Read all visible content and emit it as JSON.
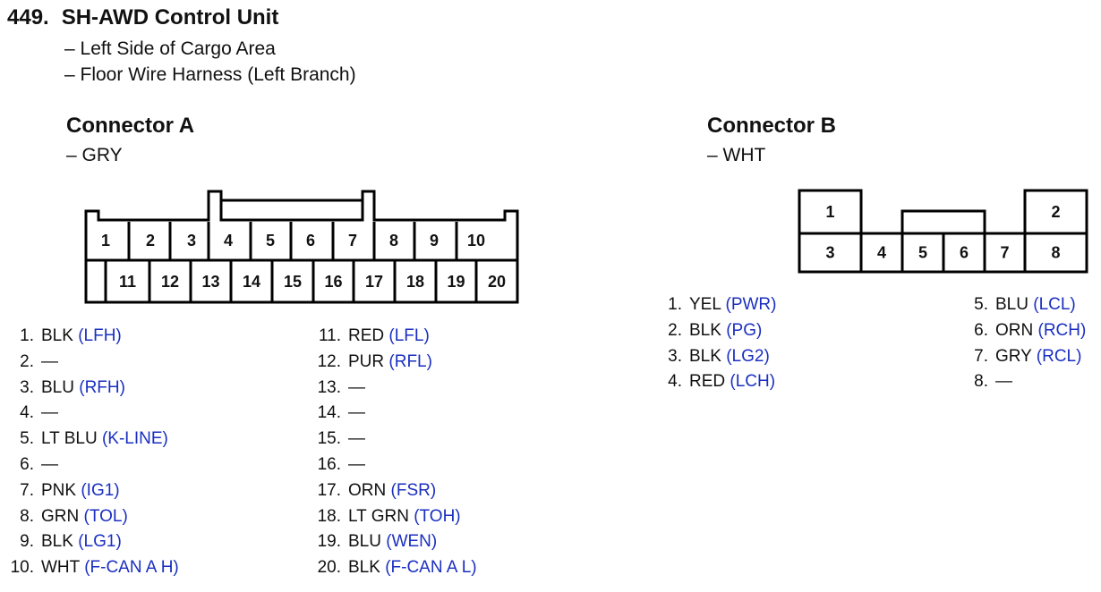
{
  "title": {
    "number": "449.",
    "name": "SH-AWD Control Unit"
  },
  "location_lines": [
    "– Left Side of Cargo Area",
    "– Floor Wire Harness (Left Branch)"
  ],
  "colors": {
    "signal": "#1a2fc0",
    "text": "#111111",
    "outline": "#000000"
  },
  "connectors": [
    {
      "title": "Connector A",
      "color_line": "– GRY",
      "pin_rows": [
        [
          "1",
          "2",
          "3",
          "4",
          "5",
          "6",
          "7",
          "8",
          "9",
          "10"
        ],
        [
          "11",
          "12",
          "13",
          "14",
          "15",
          "16",
          "17",
          "18",
          "19",
          "20"
        ]
      ],
      "pins": [
        {
          "n": "1.",
          "wire": "BLK",
          "signal": "(LFH)"
        },
        {
          "n": "2.",
          "wire": "—",
          "signal": ""
        },
        {
          "n": "3.",
          "wire": "BLU",
          "signal": "(RFH)"
        },
        {
          "n": "4.",
          "wire": "—",
          "signal": ""
        },
        {
          "n": "5.",
          "wire": "LT BLU",
          "signal": "(K-LINE)"
        },
        {
          "n": "6.",
          "wire": "—",
          "signal": ""
        },
        {
          "n": "7.",
          "wire": "PNK",
          "signal": "(IG1)"
        },
        {
          "n": "8.",
          "wire": "GRN",
          "signal": "(TOL)"
        },
        {
          "n": "9.",
          "wire": "BLK",
          "signal": "(LG1)"
        },
        {
          "n": "10.",
          "wire": "WHT",
          "signal": "(F-CAN A H)"
        },
        {
          "n": "11.",
          "wire": "RED",
          "signal": "(LFL)"
        },
        {
          "n": "12.",
          "wire": "PUR",
          "signal": "(RFL)"
        },
        {
          "n": "13.",
          "wire": "—",
          "signal": ""
        },
        {
          "n": "14.",
          "wire": "—",
          "signal": ""
        },
        {
          "n": "15.",
          "wire": "—",
          "signal": ""
        },
        {
          "n": "16.",
          "wire": "—",
          "signal": ""
        },
        {
          "n": "17.",
          "wire": "ORN",
          "signal": "(FSR)"
        },
        {
          "n": "18.",
          "wire": "LT GRN",
          "signal": "(TOH)"
        },
        {
          "n": "19.",
          "wire": "BLU",
          "signal": "(WEN)"
        },
        {
          "n": "20.",
          "wire": "BLK",
          "signal": "(F-CAN A L)"
        }
      ]
    },
    {
      "title": "Connector B",
      "color_line": "– WHT",
      "pin_rows": [
        [
          "1",
          "2"
        ],
        [
          "3",
          "4",
          "5",
          "6",
          "7",
          "8"
        ]
      ],
      "pins": [
        {
          "n": "1.",
          "wire": "YEL",
          "signal": "(PWR)"
        },
        {
          "n": "2.",
          "wire": "BLK",
          "signal": "(PG)"
        },
        {
          "n": "3.",
          "wire": "BLK",
          "signal": "(LG2)"
        },
        {
          "n": "4.",
          "wire": "RED",
          "signal": "(LCH)"
        },
        {
          "n": "5.",
          "wire": "BLU",
          "signal": "(LCL)"
        },
        {
          "n": "6.",
          "wire": "ORN",
          "signal": "(RCH)"
        },
        {
          "n": "7.",
          "wire": "GRY",
          "signal": "(RCL)"
        },
        {
          "n": "8.",
          "wire": "—",
          "signal": ""
        }
      ]
    }
  ]
}
